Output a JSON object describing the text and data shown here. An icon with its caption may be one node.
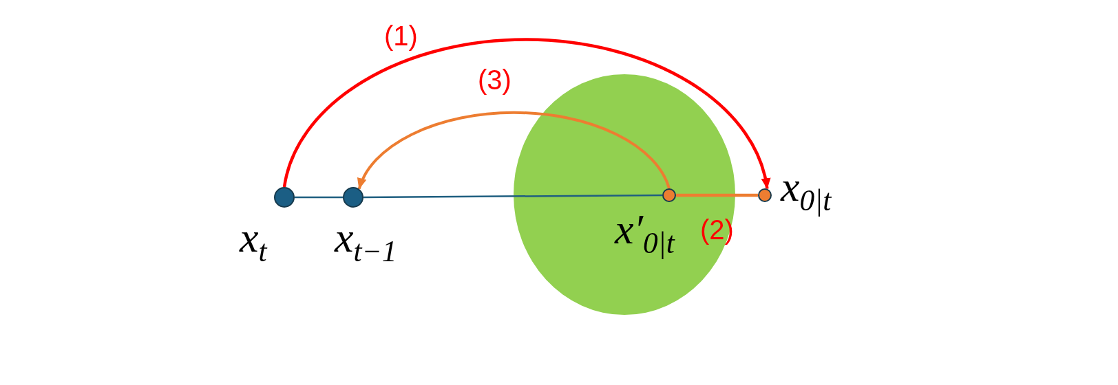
{
  "diagram": {
    "nodes": [
      {
        "text": [],
        "shape": "circle",
        "beside": [
          "x$_{t}$"
        ]
      },
      {
        "text": [],
        "shape": "circle",
        "beside": [
          "x$_{t−1}$"
        ]
      },
      {
        "text": [],
        "shape": "circle",
        "beside": [
          "x′$_{0|t}$"
        ]
      },
      {
        "text": [],
        "shape": "circle",
        "beside": [
          "x$_{0|t}$"
        ]
      }
    ],
    "edges": [
      {
        "from": 0,
        "to": 3,
        "arrow": "to",
        "label": "(1)",
        "color": "#ff0000"
      },
      {
        "from": 2,
        "to": 3,
        "arrow": "none",
        "label": "(2)",
        "color": "#ed7d31"
      },
      {
        "from": 2,
        "to": 1,
        "arrow": "to",
        "label": "(3)",
        "color": "#ed7d31"
      },
      {
        "from": 0,
        "to": 1,
        "arrow": "none",
        "color": "#1f5f80"
      },
      {
        "from": 1,
        "to": 2,
        "arrow": "none",
        "color": "#1f5f80"
      }
    ]
  }
}
